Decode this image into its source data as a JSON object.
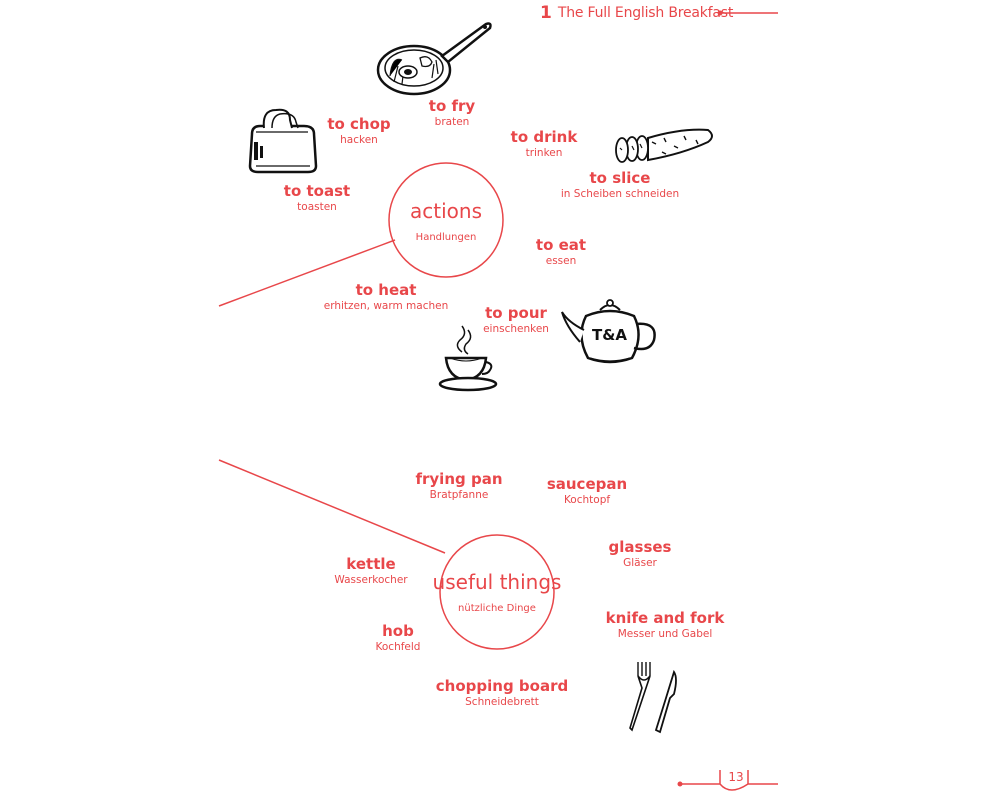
{
  "header": {
    "chapter_number": "1",
    "chapter_title": "The Full English Breakfast"
  },
  "page_number": "13",
  "accent_color": "#e8474a",
  "actions": {
    "hub": {
      "label": "actions",
      "translation": "Handlungen"
    },
    "items": [
      {
        "en": "to fry",
        "de": "braten"
      },
      {
        "en": "to chop",
        "de": "hacken"
      },
      {
        "en": "to drink",
        "de": "trinken"
      },
      {
        "en": "to slice",
        "de": "in Scheiben schneiden"
      },
      {
        "en": "to toast",
        "de": "toasten"
      },
      {
        "en": "to eat",
        "de": "essen"
      },
      {
        "en": "to heat",
        "de": "erhitzen, warm machen"
      },
      {
        "en": "to pour",
        "de": "einschenken"
      }
    ]
  },
  "useful_things": {
    "hub": {
      "label": "useful things",
      "translation": "nützliche Dinge"
    },
    "items": [
      {
        "en": "frying pan",
        "de": "Bratpfanne"
      },
      {
        "en": "saucepan",
        "de": "Kochtopf"
      },
      {
        "en": "glasses",
        "de": "Gläser"
      },
      {
        "en": "kettle",
        "de": "Wasserkocher"
      },
      {
        "en": "knife and fork",
        "de": "Messer und Gabel"
      },
      {
        "en": "hob",
        "de": "Kochfeld"
      },
      {
        "en": "chopping board",
        "de": "Schneidebrett"
      }
    ]
  },
  "illustrations": {
    "frying_pan": "frying-pan-icon",
    "toaster": "toaster-icon",
    "sausage": "sliced-sausage-icon",
    "teapot": "teapot-icon",
    "teapot_lettering": "T&A",
    "teacup": "teacup-icon",
    "cutlery": "knife-and-fork-icon"
  }
}
